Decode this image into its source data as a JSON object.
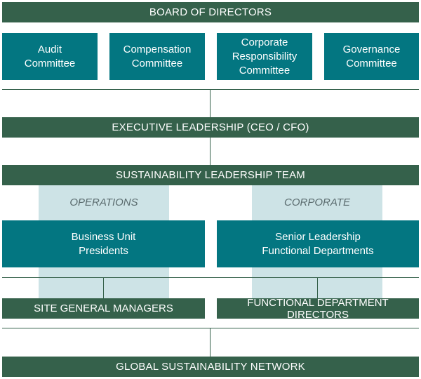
{
  "board": {
    "label": "BOARD OF DIRECTORS"
  },
  "committees": [
    {
      "label": "Audit\nCommittee"
    },
    {
      "label": "Compensation\nCommittee"
    },
    {
      "label": "Corporate\nResponsibility\nCommittee"
    },
    {
      "label": "Governance\nCommittee"
    }
  ],
  "executive": {
    "label": "EXECUTIVE LEADERSHIP (CEO / CFO)"
  },
  "sustainability_team": {
    "label": "SUSTAINABILITY LEADERSHIP TEAM"
  },
  "operations": {
    "group_label": "OPERATIONS",
    "unit_label": "Business Unit\nPresidents",
    "managers_label": "SITE GENERAL MANAGERS"
  },
  "corporate": {
    "group_label": "CORPORATE",
    "unit_label": "Senior Leadership\nFunctional Departments",
    "managers_label": "FUNCTIONAL DEPARTMENT DIRECTORS"
  },
  "network": {
    "label": "GLOBAL SUSTAINABILITY NETWORK"
  },
  "colors": {
    "dark_green": "#35614b",
    "teal": "#037681",
    "light_teal": "#cde3e6"
  }
}
